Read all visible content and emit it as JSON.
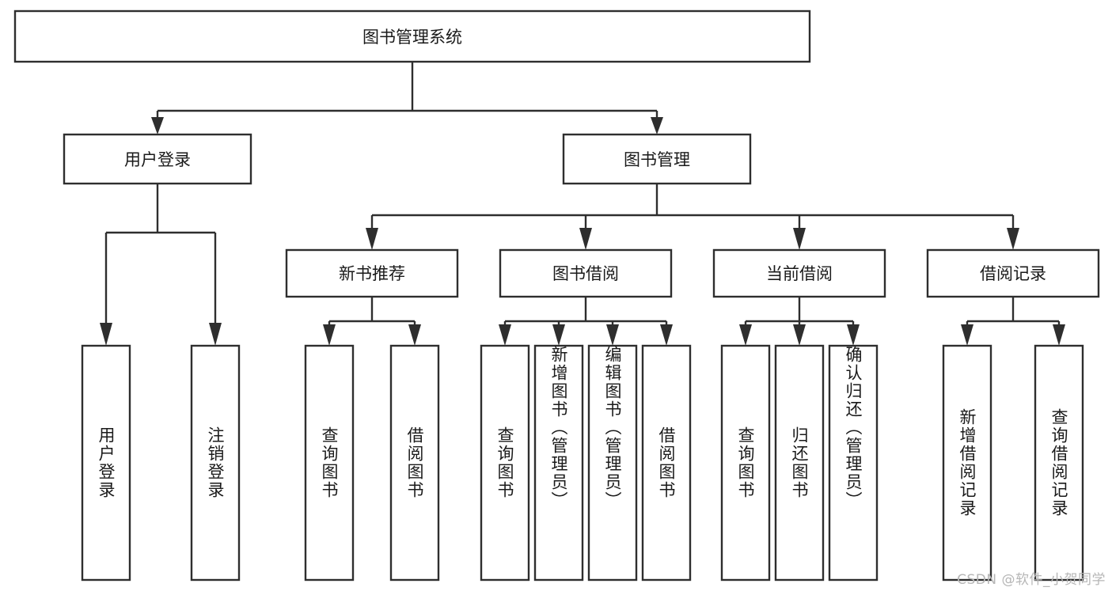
{
  "diagram": {
    "type": "tree",
    "title": "图书管理系统",
    "orientation": "top-down",
    "colors": {
      "background": "#ffffff",
      "box_fill": "#ffffff",
      "box_stroke": "#2e2e2e",
      "text": "#1a1a1a",
      "watermark": "#b6b6b6"
    },
    "root": {
      "label": "图书管理系统"
    },
    "level2": [
      {
        "label": "用户登录"
      },
      {
        "label": "图书管理"
      }
    ],
    "level3": [
      {
        "label": "新书推荐"
      },
      {
        "label": "图书借阅"
      },
      {
        "label": "当前借阅"
      },
      {
        "label": "借阅记录"
      }
    ],
    "leaves": {
      "user_login": [
        {
          "label": "用户登录"
        },
        {
          "label": "注销登录"
        }
      ],
      "new_book": [
        {
          "label": "查询图书"
        },
        {
          "label": "借阅图书"
        }
      ],
      "book_borrow": [
        {
          "label": "查询图书"
        },
        {
          "label": "新增图书（管理员）"
        },
        {
          "label": "编辑图书（管理员）"
        },
        {
          "label": "借阅图书"
        }
      ],
      "current_borrow": [
        {
          "label": "查询图书"
        },
        {
          "label": "归还图书"
        },
        {
          "label": "确认归还（管理员）"
        }
      ],
      "borrow_record": [
        {
          "label": "新增借阅记录"
        },
        {
          "label": "查询借阅记录"
        }
      ]
    }
  },
  "watermark": {
    "text": "CSDN @软件_小贺同学"
  }
}
